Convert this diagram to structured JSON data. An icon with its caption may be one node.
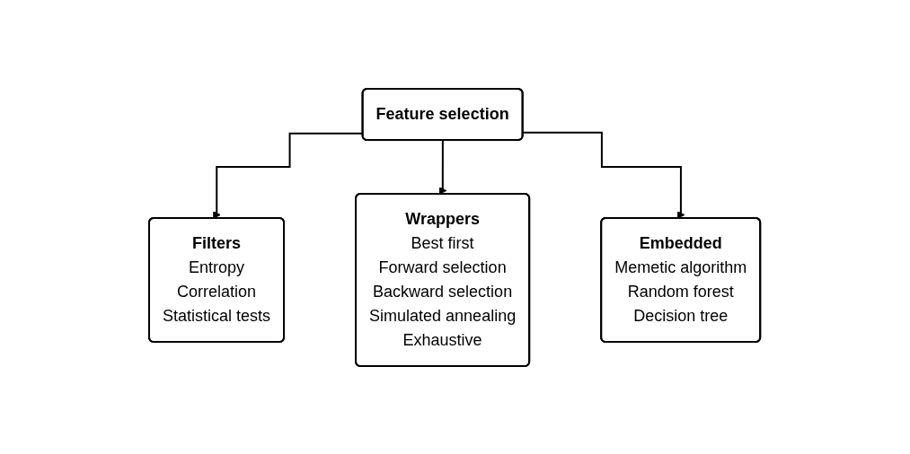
{
  "diagram": {
    "nodes": [
      {
        "text": [
          "Feature selection"
        ]
      },
      {
        "text": [
          "Filters",
          "Entropy",
          "Correlation",
          "Statistical tests"
        ]
      },
      {
        "text": [
          "Wrappers",
          "Best first",
          "Forward selection",
          "Backward selection",
          "Simulated annealing",
          "Exhaustive"
        ]
      },
      {
        "text": [
          "Embedded",
          "Memetic algorithm",
          "Random forest",
          "Decision tree"
        ]
      }
    ],
    "edges": [
      {
        "from": 0,
        "to": 1,
        "arrow": "to"
      },
      {
        "from": 0,
        "to": 2,
        "arrow": "to"
      },
      {
        "from": 0,
        "to": 3,
        "arrow": "to"
      }
    ]
  }
}
